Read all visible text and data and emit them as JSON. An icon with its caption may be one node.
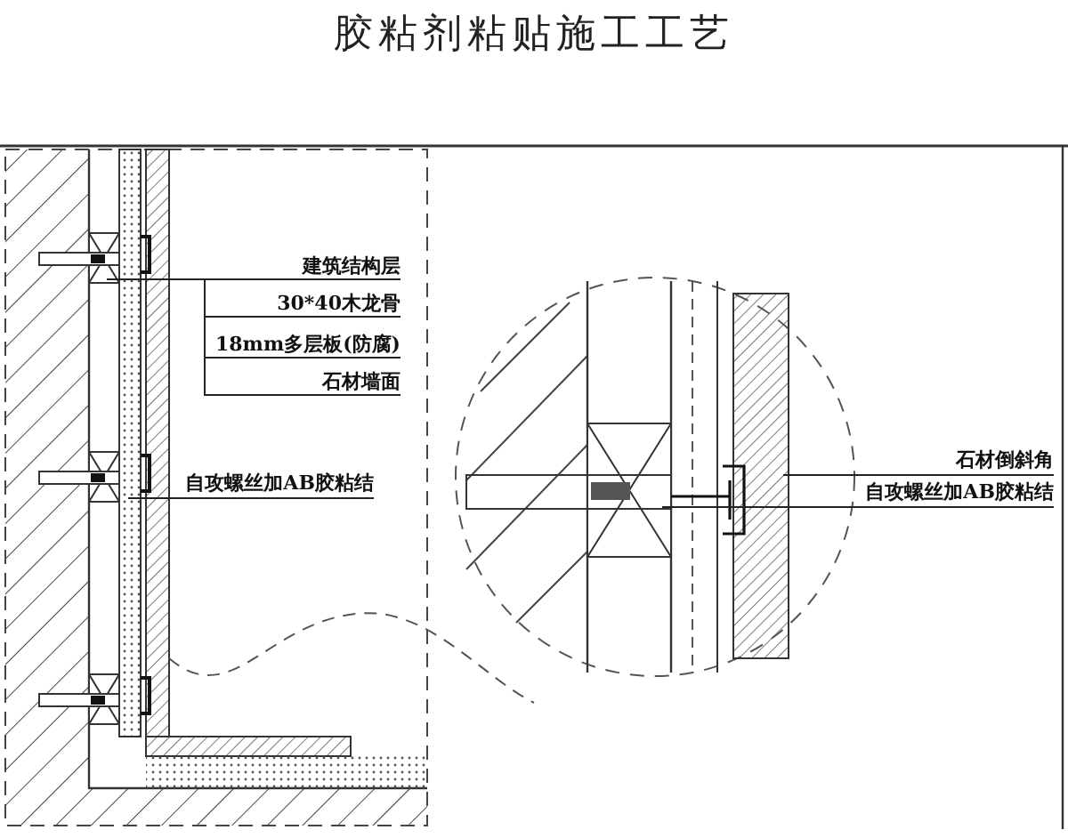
{
  "diagram": {
    "title": "胶粘剂粘贴施工工艺",
    "nodes": [
      {
        "text": [
          "建筑结构层"
        ]
      },
      {
        "text": [
          "30*40木龙骨"
        ]
      },
      {
        "text": [
          "18mm多层板(防腐)"
        ]
      },
      {
        "text": [
          "石材墙面"
        ]
      },
      {
        "text": [
          "自攻螺丝加AB胶粘结"
        ]
      },
      {
        "text": [
          "石材倒斜角"
        ]
      },
      {
        "text": [
          "自攻螺丝加AB胶粘结"
        ]
      }
    ],
    "edges": [
      {
        "from": 0,
        "to": null,
        "arrow": "none"
      },
      {
        "from": 1,
        "to": null,
        "arrow": "none"
      },
      {
        "from": 2,
        "to": null,
        "arrow": "none"
      },
      {
        "from": 3,
        "to": null,
        "arrow": "none"
      },
      {
        "from": 4,
        "to": null,
        "arrow": "none"
      },
      {
        "from": 5,
        "to": null,
        "arrow": "none"
      },
      {
        "from": 6,
        "to": null,
        "arrow": "none"
      }
    ]
  }
}
